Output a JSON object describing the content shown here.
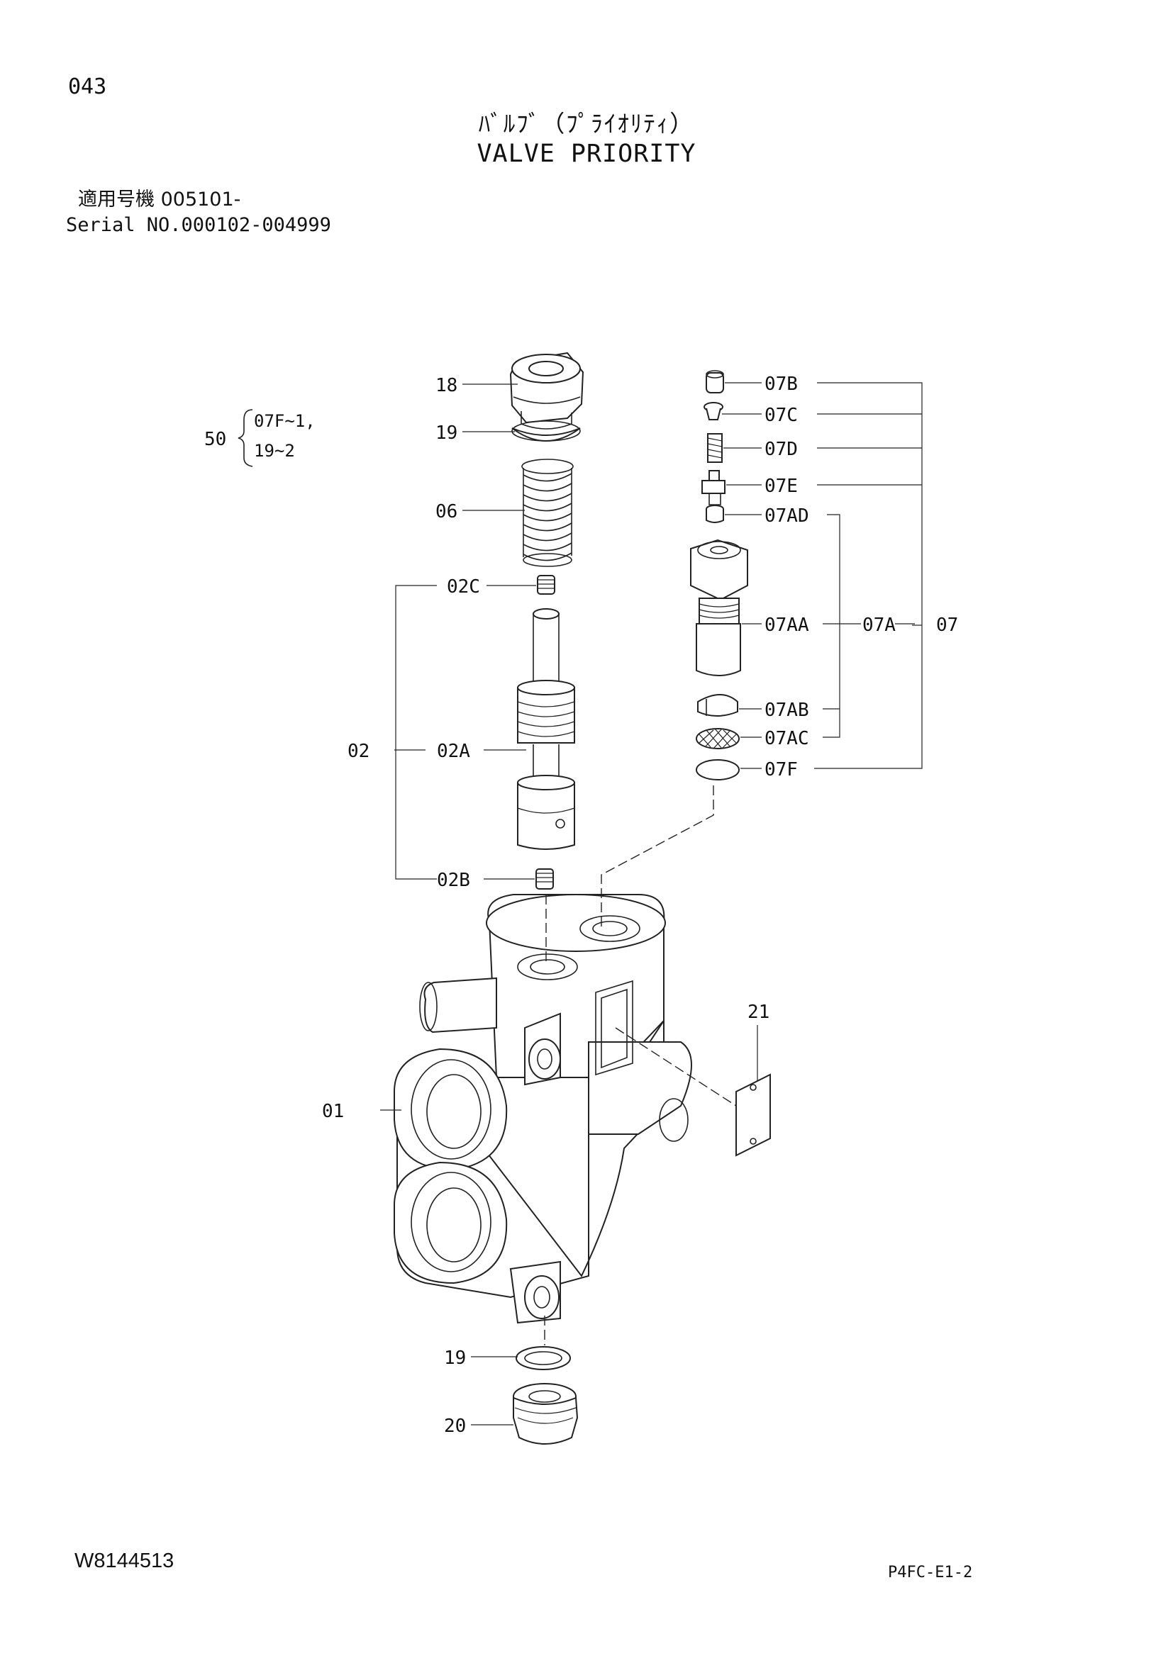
{
  "header": {
    "page_number": "043",
    "title_jp": "ﾊﾞﾙﾌﾞ（ﾌﾟﾗｲｵﾘﾃｨ）",
    "title_en": "VALVE PRIORITY",
    "applicability_jp": "適用号機 005101-",
    "serial": "Serial NO.000102-004999"
  },
  "diagram": {
    "part_labels": {
      "p18": "18",
      "p19_top": "19",
      "p06": "06",
      "p02C": "02C",
      "p02": "02",
      "p02A": "02A",
      "p02B": "02B",
      "p01": "01",
      "p19_bottom": "19",
      "p20": "20",
      "p21": "21",
      "p07B": "07B",
      "p07C": "07C",
      "p07D": "07D",
      "p07E": "07E",
      "p07AD": "07AD",
      "p07AA": "07AA",
      "p07A": "07A",
      "p07": "07",
      "p07AB": "07AB",
      "p07AC": "07AC",
      "p07F": "07F"
    },
    "kit_note": {
      "number": "50",
      "line1": "07F~1,",
      "line2": "19~2"
    }
  },
  "footer": {
    "drawing_number": "W8144513",
    "code": "P4FC-E1-2"
  }
}
